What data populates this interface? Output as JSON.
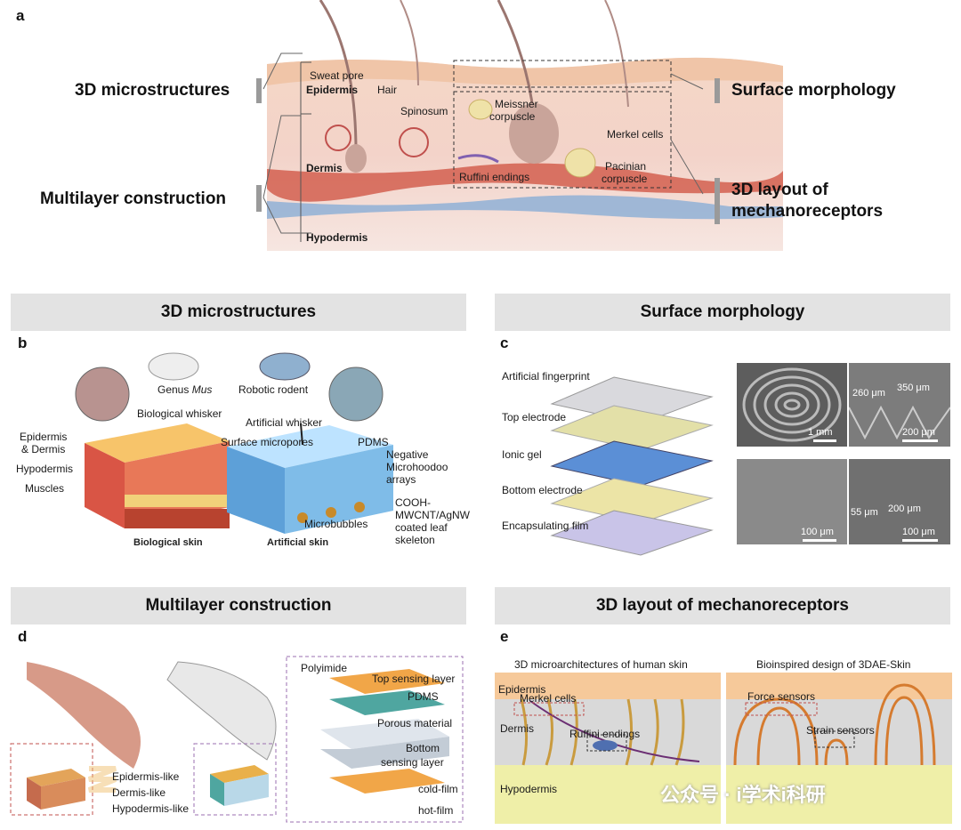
{
  "panels": {
    "a": "a",
    "b": "b",
    "c": "c",
    "d": "d",
    "e": "e"
  },
  "a": {
    "left_labels": [
      "3D microstructures",
      "Multilayer construction"
    ],
    "right_labels": [
      "Surface morphology",
      "3D layout of",
      "mechanoreceptors"
    ],
    "skin_labels": {
      "sweat_pore": "Sweat pore",
      "epidermis": "Epidermis",
      "hair": "Hair",
      "spinosum": "Spinosum",
      "meissner": "Meissner",
      "corpuscle": "corpuscle",
      "merkel": "Merkel cells",
      "dermis": "Dermis",
      "ruffini": "Ruffini endings",
      "pacinian": "Pacinian",
      "pacinian_corpuscle": "corpuscle",
      "hypodermis": "Hypodermis"
    }
  },
  "sections": {
    "microstructures": "3D microstructures",
    "surface": "Surface morphology",
    "multilayer": "Multilayer construction",
    "layout": "3D layout of mechanoreceptors"
  },
  "b": {
    "genus": "Genus ",
    "mus": "Mus",
    "robotic": "Robotic rodent",
    "bio_whisker": "Biological whisker",
    "art_whisker": "Artificial whisker",
    "epi_dermis_1": "Epidermis",
    "epi_dermis_2": "& Dermis",
    "hypodermis": "Hypodermis",
    "muscles": "Muscles",
    "surface_micropores": "Surface micropores",
    "pdms": "PDMS",
    "negative": "Negative",
    "microhoodoo": "Microhoodoo",
    "arrays": "arrays",
    "cooh": "COOH-",
    "mwcnt": "MWCNT/AgNW",
    "coated": "coated leaf",
    "skeleton": "skeleton",
    "microbubbles": "Microbubbles",
    "bio_skin": "Biological skin",
    "art_skin": "Artificial skin"
  },
  "c": {
    "layers": [
      "Artificial fingerprint",
      "Top electrode",
      "Ionic gel",
      "Bottom electrode",
      "Encapsulating film"
    ],
    "sem1_scale": "1 mm",
    "sem2_h": "260 μm",
    "sem2_w": "350 μm",
    "sem2_scale": "200 μm",
    "sem3_scale": "100 μm",
    "sem4_h": "55 μm",
    "sem4_w": "200 μm",
    "sem4_scale": "100 μm"
  },
  "d": {
    "polyimide": "Polyimide",
    "top_sensing": "Top sensing layer",
    "pdms": "PDMS",
    "porous": "Porous material",
    "bottom_1": "Bottom",
    "bottom_2": "sensing layer",
    "cold": "cold-film",
    "hot": "hot-film",
    "epi_like": "Epidermis-like",
    "derm_like": "Dermis-like",
    "hypo_like": "Hypodermis-like"
  },
  "e": {
    "left_title": "3D microarchitectures of human skin",
    "right_title": "Bioinspired design of 3DAE-Skin",
    "epidermis": "Epidermis",
    "merkel": "Merkel cells",
    "dermis": "Dermis",
    "ruffini": "Ruffini endings",
    "hypodermis": "Hypodermis",
    "force": "Force sensors",
    "strain": "Strain sensors"
  },
  "watermark": "公众号 · i学术i科研",
  "colors": {
    "header_bg": "#e3e3e3",
    "skin_pink": "#f2d3c7",
    "epidermis_orange": "#f6c99a",
    "hypodermis_yellow": "#efefa8",
    "sensor_orange": "#f0a040",
    "dashed_purple": "#9b6fb0",
    "dashed_red": "#c0504d"
  }
}
